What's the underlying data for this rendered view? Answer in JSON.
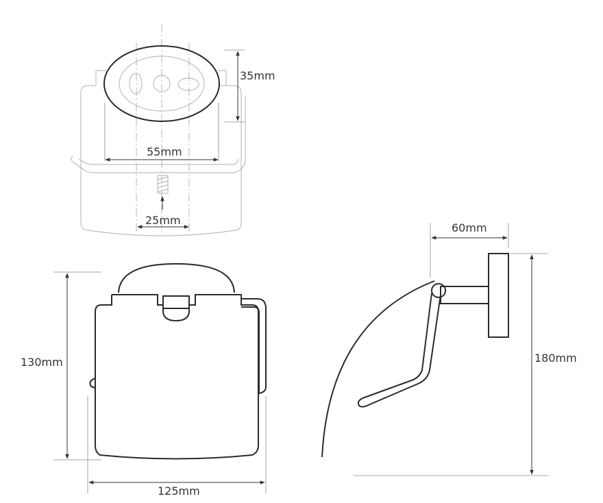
{
  "top_view": {
    "height_label": "35mm",
    "width_label": "55mm",
    "hole_spacing_label": "25mm"
  },
  "front_view": {
    "height_label": "130mm",
    "width_label": "125mm"
  },
  "side_view": {
    "depth_label": "60mm",
    "height_label": "180mm"
  }
}
